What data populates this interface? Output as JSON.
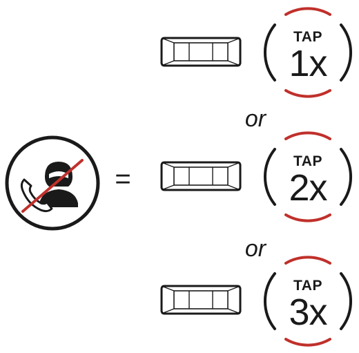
{
  "equals_sign": "=",
  "colors": {
    "ink": "#1a1a1a",
    "accent": "#c0302b"
  },
  "icon": "reject-call-icon",
  "options": [
    {
      "tap_label": "TAP",
      "count_label": "1x"
    },
    {
      "tap_label": "TAP",
      "count_label": "2x"
    },
    {
      "tap_label": "TAP",
      "count_label": "3x"
    }
  ],
  "separators": [
    "or",
    "or"
  ]
}
